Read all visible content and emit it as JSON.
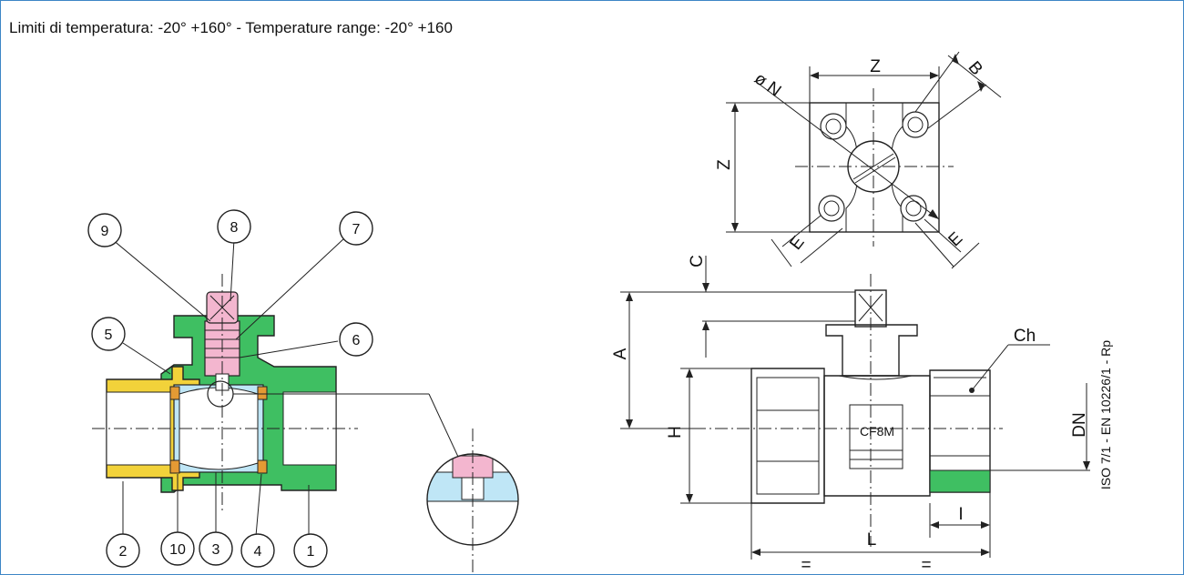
{
  "caption": "Limiti di temperatura: -20° +160° - Temperature range: -20° +160",
  "part_numbers": [
    "1",
    "2",
    "3",
    "4",
    "5",
    "6",
    "7",
    "8",
    "9",
    "10"
  ],
  "dimension_labels": {
    "z_top": "Z",
    "z_side": "Z",
    "b": "B",
    "n": "ø N",
    "e_left": "E",
    "e_right": "E",
    "c": "C",
    "a": "A",
    "h": "H",
    "ch": "Ch",
    "dn": "DN",
    "l": "L",
    "i": "I",
    "eq_left": "=",
    "eq_right": "="
  },
  "body_marking": "CF8M",
  "standard": "ISO 7/1 - EN 10226/1 - Rp",
  "colors": {
    "frame": "#3d86c6",
    "body_green": "#3fbf62",
    "end_yellow": "#f2d23a",
    "stem_pink": "#f3b6cf",
    "ball_blue": "#bfe6f6",
    "seat_orange": "#e49a34",
    "line": "#222222"
  }
}
